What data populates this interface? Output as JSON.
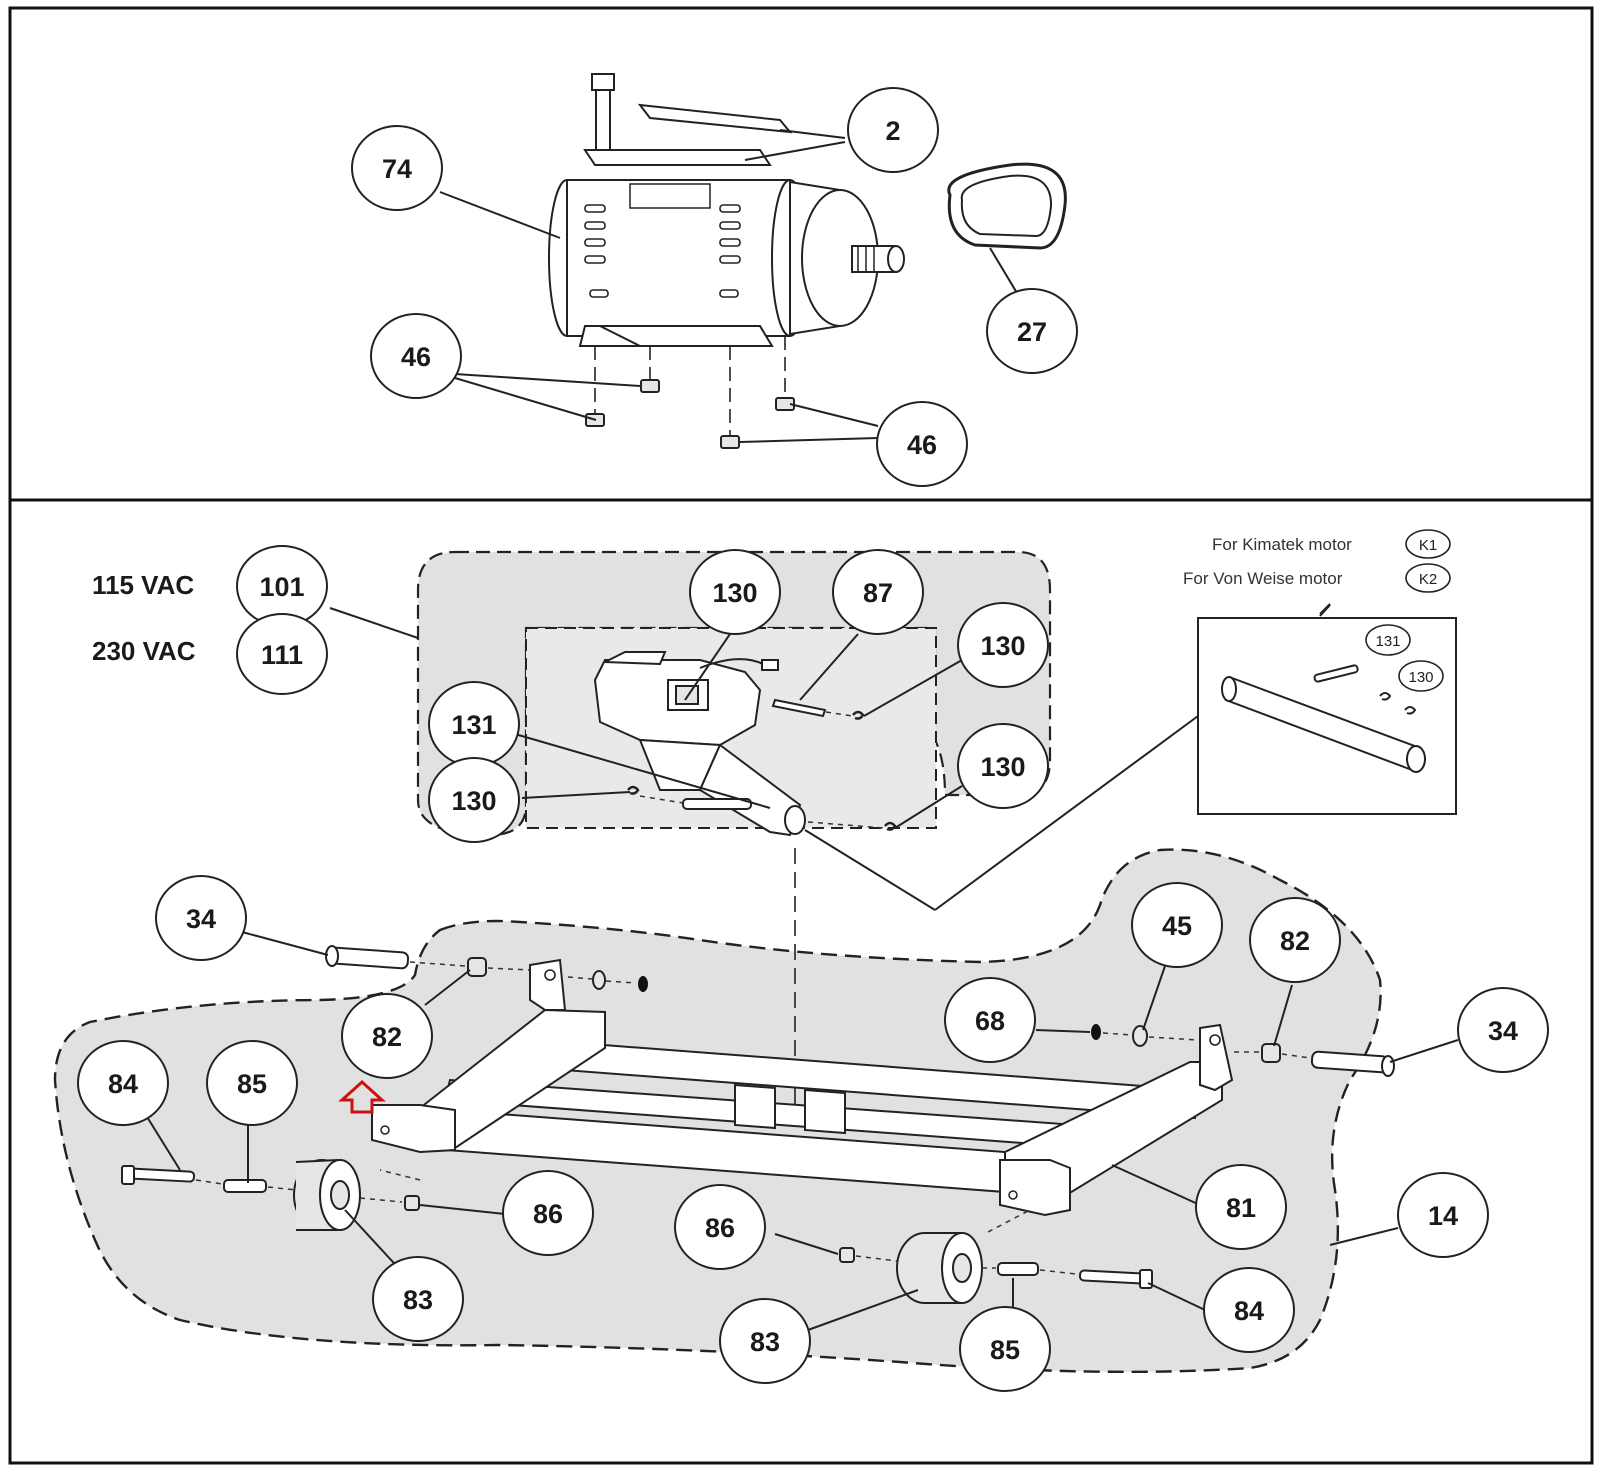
{
  "diagram": {
    "voltage_labels": {
      "v115": "115 VAC",
      "v230": "230 VAC"
    },
    "motor_notes": {
      "kimatek": "For Kimatek motor",
      "vonweise": "For Von Weise motor",
      "k1": "K1",
      "k2": "K2"
    },
    "callouts": {
      "c74": "74",
      "c2": "2",
      "c27": "27",
      "c46a": "46",
      "c46b": "46",
      "c101": "101",
      "c111": "111",
      "c130a": "130",
      "c87": "87",
      "c130b": "130",
      "c131": "131",
      "c130c": "130",
      "c130d": "130",
      "c34a": "34",
      "c82a": "82",
      "c84a": "84",
      "c85a": "85",
      "c86a": "86",
      "c83a": "83",
      "c45": "45",
      "c82b": "82",
      "c68": "68",
      "c34b": "34",
      "c81": "81",
      "c14": "14",
      "c86b": "86",
      "c83b": "83",
      "c85b": "85",
      "c84b": "84",
      "inset131": "131",
      "inset130": "130"
    },
    "colors": {
      "line": "#222222",
      "region_fill": "#e1e1e1",
      "arrow": "#cc1111"
    }
  }
}
